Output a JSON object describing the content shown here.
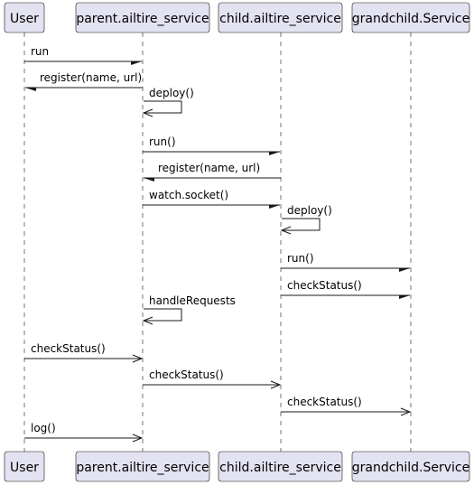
{
  "participants": [
    {
      "id": "user",
      "label": "User"
    },
    {
      "id": "parent",
      "label": "parent.ailtire_service"
    },
    {
      "id": "child",
      "label": "child.ailtire_service"
    },
    {
      "id": "grandchild",
      "label": "grandchild.Service"
    }
  ],
  "messages": [
    {
      "from": "user",
      "to": "parent",
      "label": "run",
      "arrow": "half"
    },
    {
      "from": "parent",
      "to": "user",
      "label": "register(name, url)",
      "arrow": "half"
    },
    {
      "from": "parent",
      "to": "parent",
      "label": "deploy()",
      "arrow": "open"
    },
    {
      "from": "parent",
      "to": "child",
      "label": "run()",
      "arrow": "half"
    },
    {
      "from": "child",
      "to": "parent",
      "label": "register(name, url)",
      "arrow": "half"
    },
    {
      "from": "parent",
      "to": "child",
      "label": "watch.socket()",
      "arrow": "half"
    },
    {
      "from": "child",
      "to": "child",
      "label": "deploy()",
      "arrow": "open"
    },
    {
      "from": "child",
      "to": "grandchild",
      "label": "run()",
      "arrow": "half"
    },
    {
      "from": "child",
      "to": "grandchild",
      "label": "checkStatus()",
      "arrow": "half"
    },
    {
      "from": "parent",
      "to": "parent",
      "label": "handleRequests",
      "arrow": "open"
    },
    {
      "from": "user",
      "to": "parent",
      "label": "checkStatus()",
      "arrow": "open"
    },
    {
      "from": "parent",
      "to": "child",
      "label": "checkStatus()",
      "arrow": "open"
    },
    {
      "from": "child",
      "to": "grandchild",
      "label": "checkStatus()",
      "arrow": "open"
    },
    {
      "from": "user",
      "to": "parent",
      "label": "log()",
      "arrow": "open"
    }
  ]
}
